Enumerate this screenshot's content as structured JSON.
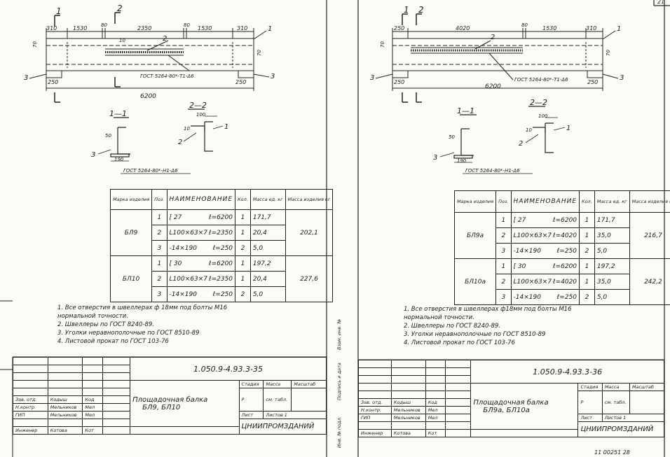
{
  "left": {
    "dims_top": [
      "310",
      "1530",
      "80",
      "10",
      "2350",
      "80",
      "1530",
      "310"
    ],
    "dim_bottom_left": "250",
    "dim_bottom_right": "250",
    "dim_total": "6200",
    "pos_side": "70",
    "pos_side2": "70",
    "section_1": "1",
    "section_2": "2",
    "pos_1": "1",
    "pos_2": "2",
    "pos_3": "3",
    "gost_weld": "ГОСТ 5264-80*-Т1-Δ6",
    "sec_1_title": "1—1",
    "sec_2_title": "2—2",
    "sec_dim_50": "50",
    "sec_dim_190": "190",
    "sec_dim_100": "100",
    "sec_dim_10": "10",
    "gost_section": "ГОСТ 5264-80*-Н1-Δ6",
    "table": {
      "h_mark": "Марка изделия",
      "h_pos": "Поз.",
      "h_name": "НАИМЕНОВАНИЕ",
      "h_qty": "Кол.",
      "h_mass": "Масса ед. кг",
      "h_mass_item": "Масса изделия кг",
      "groups": [
        {
          "mark": "БЛ9",
          "total": "202,1",
          "rows": [
            {
              "pos": "1",
              "name": "[ 27",
              "len": "ℓ=6200",
              "qty": "1",
              "mass": "171,7"
            },
            {
              "pos": "2",
              "name": "L100×63×7",
              "len": "ℓ=2350",
              "qty": "1",
              "mass": "20,4"
            },
            {
              "pos": "3",
              "name": "-14×190",
              "len": "ℓ=250",
              "qty": "2",
              "mass": "5,0"
            }
          ]
        },
        {
          "mark": "БЛ10",
          "total": "227,6",
          "rows": [
            {
              "pos": "1",
              "name": "[ 30",
              "len": "ℓ=6200",
              "qty": "1",
              "mass": "197,2"
            },
            {
              "pos": "2",
              "name": "L100×63×7",
              "len": "ℓ=2350",
              "qty": "1",
              "mass": "20,4"
            },
            {
              "pos": "3",
              "name": "-14×190",
              "len": "ℓ=250",
              "qty": "2",
              "mass": "5,0"
            }
          ]
        }
      ]
    },
    "notes": [
      "1. Все отверстия в швеллерах ф 18мм под болты М16",
      "    нормальной точности.",
      "2. Швеллеры по ГОСТ 8240-89.",
      "3. Уголки неравнополочные по ГОСТ 8510-89",
      "4. Листовой прокат по ГОСТ 103-76"
    ],
    "tb": {
      "code": "1.050.9-4.93.3-35",
      "title1": "Площадочная балка",
      "title2": "БЛ9, БЛ10",
      "stage_h": "Стадия",
      "mass_h": "Масса",
      "scale_h": "Масштаб",
      "stage": "Р",
      "mass": "см. табл.",
      "sheet": "Лист",
      "sheets": "Листов 1",
      "org": "ЦНИИПРОМЗДАНИЙ",
      "r1a": "Зав. отд.",
      "r1b": "Кодыш",
      "r2a": "Н.контр.",
      "r2b": "Мельников",
      "r3a": "ГИП",
      "r3b": "Мельников",
      "r4a": "Инженер",
      "r4b": "Котова",
      "sig1": "Код",
      "sig2": "Мел",
      "sig3": "Мел",
      "sig4": "Кот"
    }
  },
  "right": {
    "dims_top": [
      "250",
      "4020",
      "80",
      "1530",
      "310"
    ],
    "dim_bottom_left": "250",
    "dim_bottom_right": "250",
    "dim_total": "6200",
    "pos_side": "70",
    "pos_side2": "70",
    "section_1": "1",
    "section_2": "2",
    "pos_1": "1",
    "pos_2": "2",
    "pos_3": "3",
    "gost_weld": "ГОСТ 5264-80*-Т1-Δ6",
    "sec_1_title": "1—1",
    "sec_2_title": "2—2",
    "sec_dim_50": "50",
    "sec_dim_190": "190",
    "sec_dim_100": "100",
    "sec_dim_10": "10",
    "gost_section": "ГОСТ 5264-80*-Н1-Δ6",
    "table": {
      "h_mark": "Марка изделия",
      "h_pos": "Поз.",
      "h_name": "НАИМЕНОВАНИЕ",
      "h_qty": "Кол.",
      "h_mass": "Масса ед. кг",
      "h_mass_item": "Масса изделия кг",
      "groups": [
        {
          "mark": "БЛ9а",
          "total": "216,7",
          "rows": [
            {
              "pos": "1",
              "name": "[ 27",
              "len": "ℓ=6200",
              "qty": "1",
              "mass": "171,7"
            },
            {
              "pos": "2",
              "name": "L100×63×7",
              "len": "ℓ=4020",
              "qty": "1",
              "mass": "35,0"
            },
            {
              "pos": "3",
              "name": "-14×190",
              "len": "ℓ=250",
              "qty": "2",
              "mass": "5,0"
            }
          ]
        },
        {
          "mark": "БЛ10а",
          "total": "242,2",
          "rows": [
            {
              "pos": "1",
              "name": "[ 30",
              "len": "ℓ=6200",
              "qty": "1",
              "mass": "197,2"
            },
            {
              "pos": "2",
              "name": "L100×63×7",
              "len": "ℓ=4020",
              "qty": "1",
              "mass": "35,0"
            },
            {
              "pos": "3",
              "name": "-14×190",
              "len": "ℓ=250",
              "qty": "2",
              "mass": "5,0"
            }
          ]
        }
      ]
    },
    "notes": [
      "1. Все отверстия в швеллерах ф18мм под болты М16",
      "    нормальной точности.",
      "2. Швеллеры по ГОСТ 8240-89.",
      "3. Уголки неравнополочные по ГОСТ 8510-89",
      "4. Листовой прокат по ГОСТ 103-76"
    ],
    "tb": {
      "code": "1.050.9-4.93.3-36",
      "title1": "Площадочная балка",
      "title2": "БЛ9а, БЛ10а",
      "stage_h": "Стадия",
      "mass_h": "Масса",
      "scale_h": "Масштаб",
      "stage": "Р",
      "mass": "см. табл.",
      "sheet": "Лист",
      "sheets": "Листов 1",
      "org": "ЦНИИПРОМЗДАНИЙ",
      "r1a": "Зав. отд.",
      "r1b": "Кодыш",
      "r2a": "Н.контр.",
      "r2b": "Мельников",
      "r3a": "ГИП",
      "r3b": "Мельников",
      "r4a": "Инженер",
      "r4b": "Котова",
      "sig1": "Код",
      "sig2": "Мел",
      "sig3": "Мел",
      "sig4": "Кот"
    },
    "side_labels": [
      "Инв. № подл.",
      "Подпись и дата",
      "Взам. инв. №"
    ],
    "corner_top": "21",
    "corner_bottom": "11 00251  28"
  }
}
